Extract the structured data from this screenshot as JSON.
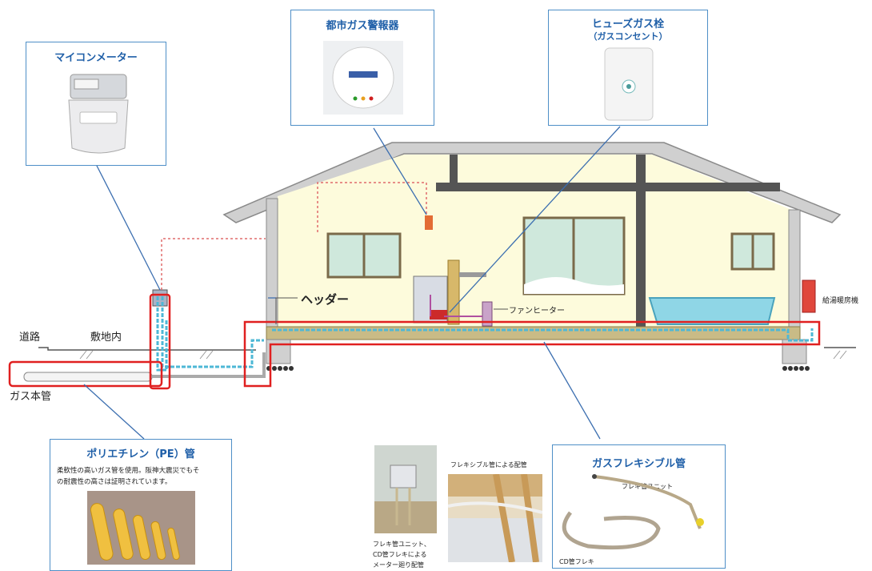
{
  "callouts": {
    "meter": {
      "title": "マイコンメーター"
    },
    "alarm": {
      "title": "都市ガス警報器"
    },
    "outlet": {
      "title": "ヒューズガス栓",
      "subtitle": "（ガスコンセント）"
    },
    "pe_pipe": {
      "title": "ポリエチレン（PE）管",
      "description_line1": "柔軟性の高いガス管を使用。阪神大震災でもそ",
      "description_line2": "の耐震性の高さは証明されています。"
    },
    "flexible": {
      "title": "ガスフレキシブル管",
      "unit_label": "フレキ管ユニット",
      "cd_label": "CD管フレキ"
    }
  },
  "labels": {
    "road": "道路",
    "premises": "敷地内",
    "main_pipe": "ガス本管",
    "header": "ヘッダー",
    "fan_heater": "ファンヒーター",
    "water_heater": "給湯暖房機"
  },
  "photos": {
    "meter_piping_caption_1": "フレキ管ユニット、",
    "meter_piping_caption_2": "CD管フレキによる",
    "meter_piping_caption_3": "メーター廻り配管",
    "flex_piping_caption": "フレキシブル管による配管"
  }
}
